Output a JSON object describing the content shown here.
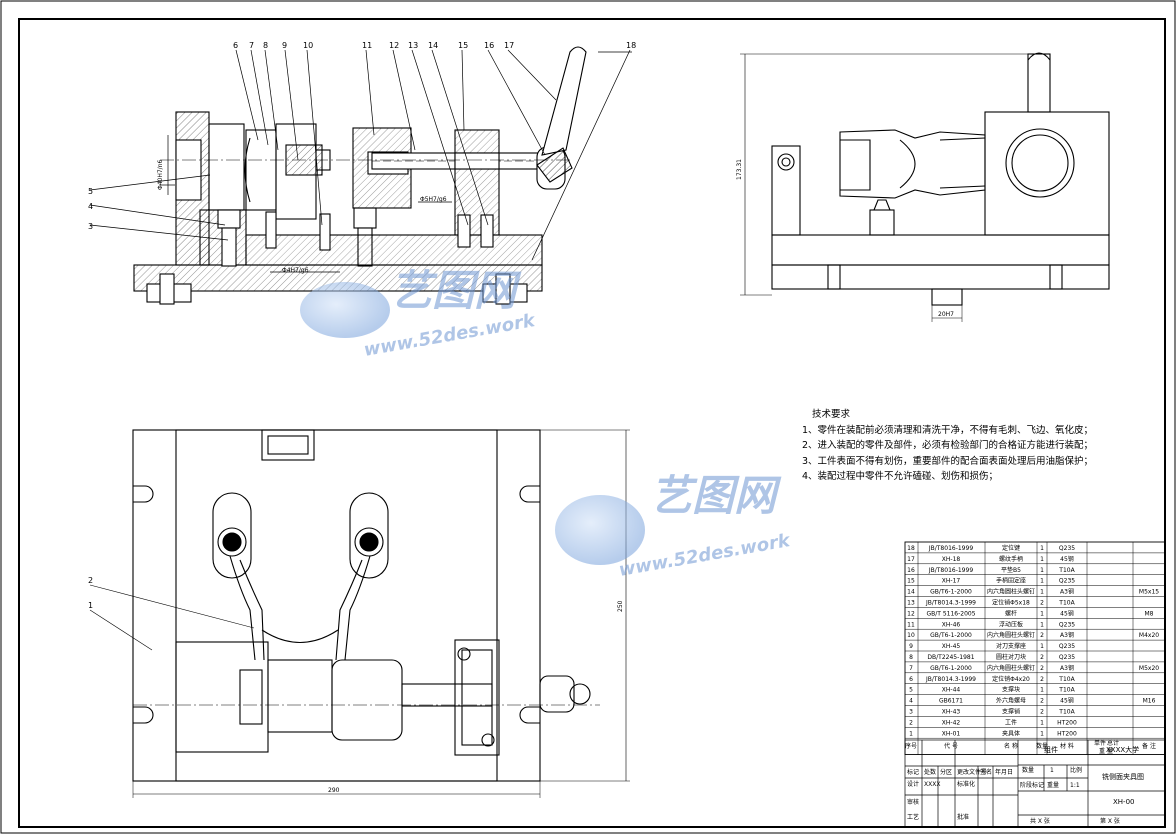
{
  "front_view": {
    "part_numbers": [
      "6",
      "7",
      "8",
      "9",
      "10",
      "11",
      "12",
      "13",
      "14",
      "15",
      "16",
      "17",
      "18"
    ],
    "left_labels": [
      "5",
      "4",
      "3"
    ],
    "fits": {
      "bore": "Φ40H7/n6",
      "pin": "Φ5H7/g6",
      "base": "Φ4H7/g6"
    }
  },
  "side_view": {
    "height_dim": "173.31",
    "key_fit": "20H7"
  },
  "top_view": {
    "left_labels": [
      "2",
      "1"
    ],
    "width_dim": "290",
    "height_dim": "250"
  },
  "watermark": {
    "brand": "艺图网",
    "url": "www.52des.work"
  },
  "requirements": {
    "title": "技术要求",
    "items": [
      "1、零件在装配前必须清理和清洗干净，不得有毛刺、飞边、氧化皮；",
      "2、进入装配的零件及部件，必须有检验部门的合格证方能进行装配；",
      "3、工件表面不得有划伤，重要部件的配合面表面处理后用油脂保护；",
      "4、装配过程中零件不允许磕碰、划伤和损伤；"
    ]
  },
  "bom": {
    "rows": [
      {
        "no": "18",
        "code": "JB/T8016-1999",
        "name": "定位键",
        "qty": "1",
        "mat": "Q235",
        "note": ""
      },
      {
        "no": "17",
        "code": "XH-18",
        "name": "螺纹手柄",
        "qty": "1",
        "mat": "45钢",
        "note": ""
      },
      {
        "no": "16",
        "code": "JB/T8016-1999",
        "name": "平垫B5",
        "qty": "1",
        "mat": "T10A",
        "note": ""
      },
      {
        "no": "15",
        "code": "XH-17",
        "name": "手柄固定座",
        "qty": "1",
        "mat": "Q235",
        "note": ""
      },
      {
        "no": "14",
        "code": "GB/T6-1-2000",
        "name": "内六角圆柱头螺钉",
        "qty": "1",
        "mat": "A3钢",
        "note": "M5x15"
      },
      {
        "no": "13",
        "code": "JB/T8014.3-1999",
        "name": "定位销Φ5x18",
        "qty": "2",
        "mat": "T10A",
        "note": ""
      },
      {
        "no": "12",
        "code": "GB/T 5116-2005",
        "name": "螺杆",
        "qty": "1",
        "mat": "45钢",
        "note": "M8"
      },
      {
        "no": "11",
        "code": "XH-46",
        "name": "浮动压板",
        "qty": "1",
        "mat": "Q235",
        "note": ""
      },
      {
        "no": "10",
        "code": "GB/T6-1-2000",
        "name": "内六角圆柱头螺钉",
        "qty": "2",
        "mat": "A3钢",
        "note": "M4x20"
      },
      {
        "no": "9",
        "code": "XH-45",
        "name": "对刀支撑座",
        "qty": "1",
        "mat": "Q235",
        "note": ""
      },
      {
        "no": "8",
        "code": "DB/T2245-1981",
        "name": "圆柱对刀块",
        "qty": "2",
        "mat": "Q235",
        "note": ""
      },
      {
        "no": "7",
        "code": "GB/T6-1-2000",
        "name": "内六角圆柱头螺钉",
        "qty": "2",
        "mat": "A3钢",
        "note": "M5x20"
      },
      {
        "no": "6",
        "code": "JB/T8014.3-1999",
        "name": "定位销Φ4x20",
        "qty": "2",
        "mat": "T10A",
        "note": ""
      },
      {
        "no": "5",
        "code": "XH-44",
        "name": "支撑块",
        "qty": "1",
        "mat": "T10A",
        "note": ""
      },
      {
        "no": "4",
        "code": "GB6171",
        "name": "外六角螺母",
        "qty": "2",
        "mat": "45钢",
        "note": "M16"
      },
      {
        "no": "3",
        "code": "XH-43",
        "name": "支撑销",
        "qty": "2",
        "mat": "T10A",
        "note": ""
      },
      {
        "no": "2",
        "code": "XH-42",
        "name": "工件",
        "qty": "1",
        "mat": "HT200",
        "note": ""
      },
      {
        "no": "1",
        "code": "XH-01",
        "name": "夹具体",
        "qty": "1",
        "mat": "HT200",
        "note": ""
      }
    ],
    "header": {
      "no": "序号",
      "code": "代 号",
      "name": "名 称",
      "qty": "数量",
      "mat": "材 料",
      "unit": "单件",
      "total": "总计",
      "weight": "重 量",
      "note": "备 注"
    }
  },
  "title_block": {
    "part": "组件",
    "school": "XXXX大学",
    "drawing_title": "铣侧面夹具图",
    "drawing_no": "XH-00",
    "qty_label": "数量",
    "qty": "1",
    "scale_label": "比例",
    "scale": "1:1",
    "stage": "阶段标记",
    "weight": "重量",
    "mark": "标记",
    "count": "处数",
    "zone": "分区",
    "change": "更改文件号",
    "sign": "签名",
    "date": "年月日",
    "design": "设计",
    "designer": "XXXX",
    "std": "标准化",
    "check": "审核",
    "process": "工艺",
    "approve": "批准",
    "sheet": "共 X 张",
    "sheet_of": "第 X 张"
  }
}
